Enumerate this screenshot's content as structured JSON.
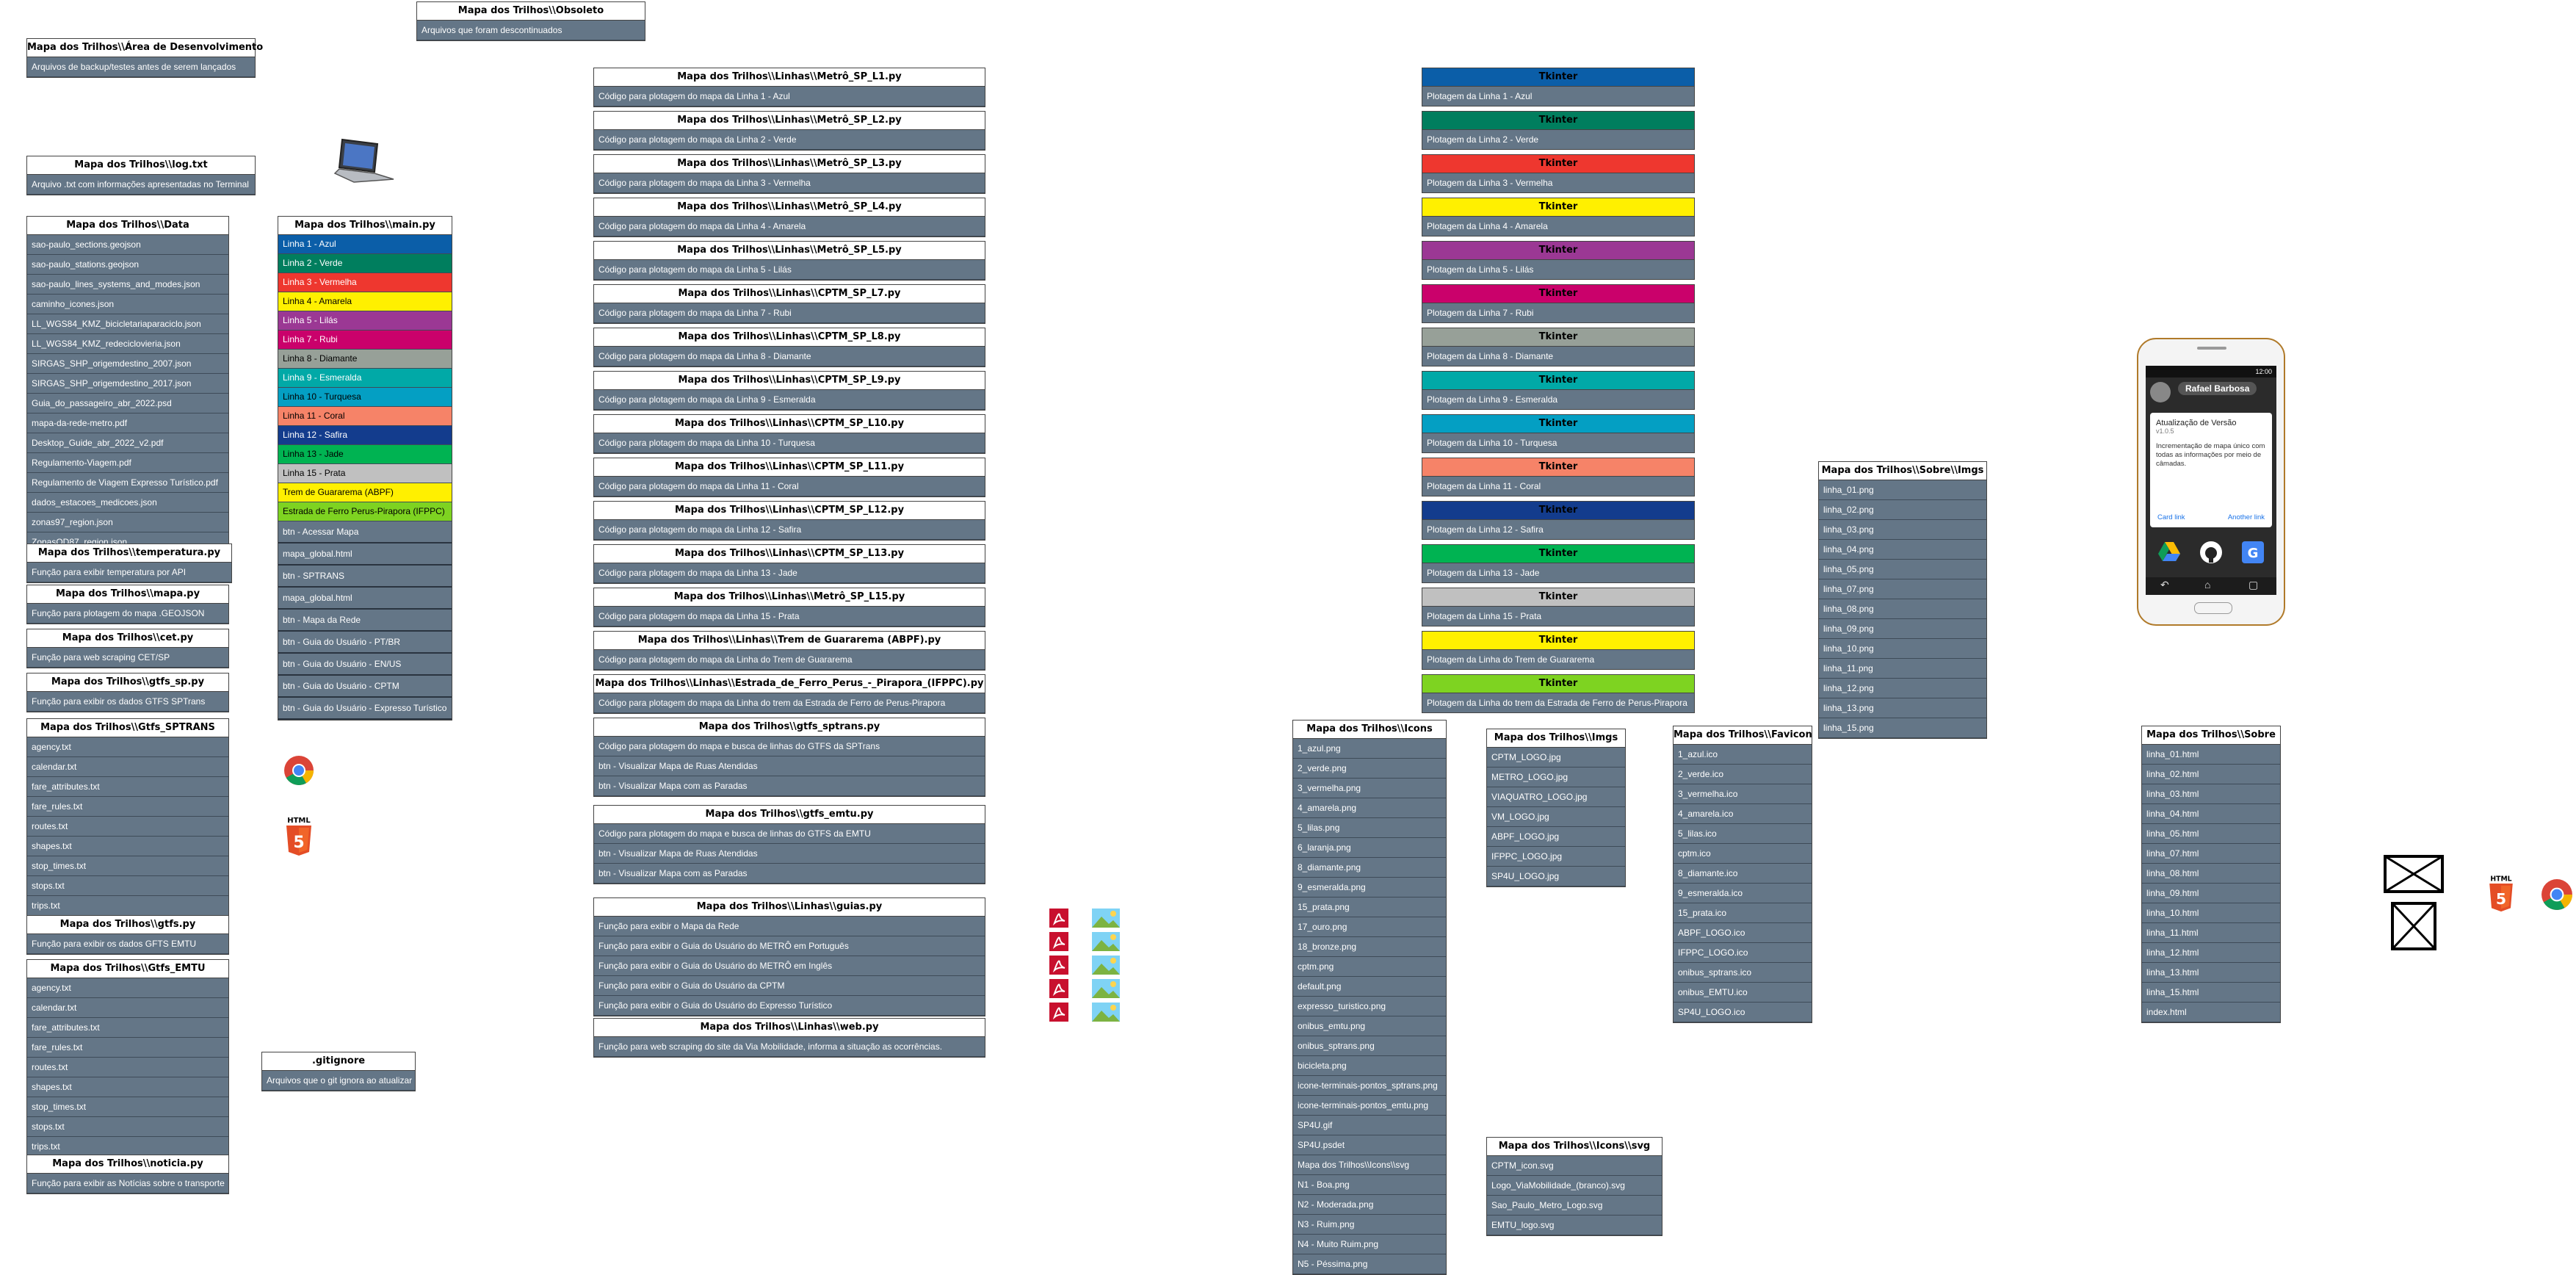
{
  "tables": [
    {
      "id": "dev",
      "title": "Mapa dos Trilhos\\\\Área de Desenvolvimento",
      "rows": [
        "Arquivos de backup/testes antes de serem lançados"
      ]
    },
    {
      "id": "obsoleto",
      "title": "Mapa dos Trilhos\\\\Obsoleto",
      "rows": [
        "Arquivos que foram descontinuados"
      ]
    },
    {
      "id": "log",
      "title": "Mapa dos Trilhos\\\\log.txt",
      "rows": [
        "Arquivo .txt com informações apresentadas no Terminal"
      ]
    },
    {
      "id": "data",
      "title": "Mapa dos Trilhos\\\\Data",
      "rows": [
        "sao-paulo_sections.geojson",
        "sao-paulo_stations.geojson",
        "sao-paulo_lines_systems_and_modes.json",
        "caminho_icones.json",
        "LL_WGS84_KMZ_bicicletariaparaciclo.json",
        "LL_WGS84_KMZ_redeciclovieria.json",
        "SIRGAS_SHP_origemdestino_2007.json",
        "SIRGAS_SHP_origemdestino_2017.json",
        "Guia_do_passageiro_abr_2022.psd",
        "mapa-da-rede-metro.pdf",
        "Desktop_Guide_abr_2022_v2.pdf",
        "Regulamento-Viagem.pdf",
        "Regulamento de Viagem Expresso Turístico.pdf",
        "dados_estacoes_medicoes.json",
        "zonas97_region.json",
        "ZonasOD87_region.json"
      ]
    },
    {
      "id": "temperatura",
      "title": "Mapa dos Trilhos\\\\temperatura.py",
      "rows": [
        "Função para exibir temperatura por API"
      ]
    },
    {
      "id": "mapa",
      "title": "Mapa dos Trilhos\\\\mapa.py",
      "rows": [
        "Função para plotagem do mapa .GEOJSON"
      ]
    },
    {
      "id": "cet",
      "title": "Mapa dos Trilhos\\\\cet.py",
      "rows": [
        "Função para web scraping CET/SP"
      ]
    },
    {
      "id": "gtfs_sp",
      "title": "Mapa dos Trilhos\\\\gtfs_sp.py",
      "rows": [
        "Função para exibir os dados GTFS SPTrans"
      ]
    },
    {
      "id": "gtfs_sptrans",
      "title": "Mapa dos Trilhos\\\\Gtfs_SPTRANS",
      "rows": [
        "agency.txt",
        "calendar.txt",
        "fare_attributes.txt",
        "fare_rules.txt",
        "routes.txt",
        "shapes.txt",
        "stop_times.txt",
        "stops.txt",
        "trips.txt"
      ]
    },
    {
      "id": "gtfs_py",
      "title": "Mapa dos Trilhos\\\\gtfs.py",
      "rows": [
        "Função para exibir os dados GFTS EMTU"
      ]
    },
    {
      "id": "gtfs_emtu",
      "title": "Mapa dos Trilhos\\\\Gtfs_EMTU",
      "rows": [
        "agency.txt",
        "calendar.txt",
        "fare_attributes.txt",
        "fare_rules.txt",
        "routes.txt",
        "shapes.txt",
        "stop_times.txt",
        "stops.txt",
        "trips.txt"
      ]
    },
    {
      "id": "noticia",
      "title": "Mapa dos Trilhos\\\\noticia.py",
      "rows": [
        "Função para exibir as Notícias sobre o transporte"
      ]
    },
    {
      "id": "gitignore",
      "title": ".gitignore",
      "rows": [
        "Arquivos que o git ignora ao atualizar"
      ]
    },
    {
      "id": "guias",
      "title": "Mapa dos Trilhos\\\\Linhas\\\\guias.py",
      "rows": [
        "Função para exibir o Mapa da Rede",
        "Função para exibir o Guia do Usuário do METRÔ em Português",
        "Função para exibir o Guia do Usuário do METRÔ em Inglês",
        "Função para exibir o Guia do Usuário da CPTM",
        "Função para exibir o Guia do Usuário do Expresso Turístico"
      ]
    },
    {
      "id": "web",
      "title": "Mapa dos Trilhos\\\\Linhas\\\\web.py",
      "rows": [
        "Função para web scraping do site da Via Mobilidade, informa a situação as ocorrências."
      ]
    },
    {
      "id": "icons",
      "title": "Mapa dos Trilhos\\\\Icons",
      "rows": [
        "1_azul.png",
        "2_verde.png",
        "3_vermelha.png",
        "4_amarela.png",
        "5_lilas.png",
        "6_laranja.png",
        "8_diamante.png",
        "9_esmeralda.png",
        "15_prata.png",
        "17_ouro.png",
        "18_bronze.png",
        "cptm.png",
        "default.png",
        "expresso_turistico.png",
        "onibus_emtu.png",
        "onibus_sptrans.png",
        "bicicleta.png",
        "icone-terminais-pontos_sptrans.png",
        "icone-terminais-pontos_emtu.png",
        "SP4U.gif",
        "SP4U.psdet",
        "Mapa dos Trilhos\\\\Icons\\\\svg",
        "N1 - Boa.png",
        "N2 - Moderada.png",
        "N3 - Ruim.png",
        "N4 - Muito Ruim.png",
        "N5 - Péssima.png"
      ]
    },
    {
      "id": "imgs",
      "title": "Mapa dos Trilhos\\\\Imgs",
      "rows": [
        "CPTM_LOGO.jpg",
        "METRO_LOGO.jpg",
        "VIAQUATRO_LOGO.jpg",
        "VM_LOGO.jpg",
        "ABPF_LOGO.jpg",
        "IFPPC_LOGO.jpg",
        "SP4U_LOGO.jpg"
      ]
    },
    {
      "id": "svg",
      "title": "Mapa dos Trilhos\\\\Icons\\\\svg",
      "rows": [
        "CPTM_icon.svg",
        "Logo_ViaMobilidade_(branco).svg",
        "Sao_Paulo_Metro_Logo.svg",
        "EMTU_logo.svg"
      ]
    },
    {
      "id": "favicon",
      "title": "Mapa dos Trilhos\\\\Favicon",
      "rows": [
        "1_azul.ico",
        "2_verde.ico",
        "3_vermelha.ico",
        "4_amarela.ico",
        "5_lilas.ico",
        "cptm.ico",
        "8_diamante.ico",
        "9_esmeralda.ico",
        "15_prata.ico",
        "ABPF_LOGO.ico",
        "IFPPC_LOGO.ico",
        "onibus_sptrans.ico",
        "onibus_EMTU.ico",
        "SP4U_LOGO.ico"
      ]
    },
    {
      "id": "sobre_imgs",
      "title": "Mapa dos Trilhos\\\\Sobre\\\\Imgs",
      "rows": [
        "linha_01.png",
        "linha_02.png",
        "linha_03.png",
        "linha_04.png",
        "linha_05.png",
        "linha_07.png",
        "linha_08.png",
        "linha_09.png",
        "linha_10.png",
        "linha_11.png",
        "linha_12.png",
        "linha_13.png",
        "linha_15.png"
      ]
    },
    {
      "id": "sobre",
      "title": "Mapa dos Trilhos\\\\Sobre",
      "rows": [
        "linha_01.html",
        "linha_02.html",
        "linha_03.html",
        "linha_04.html",
        "linha_05.html",
        "linha_07.html",
        "linha_08.html",
        "linha_09.html",
        "linha_10.html",
        "linha_11.html",
        "linha_12.html",
        "linha_13.html",
        "linha_15.html",
        "index.html"
      ]
    }
  ],
  "main_py": {
    "title": "Mapa dos Trilhos\\\\main.py",
    "lines": [
      {
        "label": "Linha 1 - Azul",
        "color": "#0b5ea8",
        "text": "#ffffff"
      },
      {
        "label": "Linha 2 - Verde",
        "color": "#007e5e",
        "text": "#ffffff"
      },
      {
        "label": "Linha 3 - Vermelha",
        "color": "#ee372f",
        "text": "#ffffff"
      },
      {
        "label": "Linha 4 - Amarela",
        "color": "#fff000",
        "text": "#000000"
      },
      {
        "label": "Linha 5 - Lilás",
        "color": "#9b3894",
        "text": "#ffffff"
      },
      {
        "label": "Linha 7 - Rubi",
        "color": "#ca016b",
        "text": "#ffffff"
      },
      {
        "label": "Linha 8 - Diamante",
        "color": "#97a098",
        "text": "#000000"
      },
      {
        "label": "Linha 9 - Esmeralda",
        "color": "#01a9a7",
        "text": "#ffffff"
      },
      {
        "label": "Linha 10 - Turquesa",
        "color": "#049fc3",
        "text": "#000000"
      },
      {
        "label": "Linha 11 - Coral",
        "color": "#f68368",
        "text": "#000000"
      },
      {
        "label": "Linha 12 - Safira",
        "color": "#133c8d",
        "text": "#ffffff"
      },
      {
        "label": "Linha 13 - Jade",
        "color": "#00b352",
        "text": "#000000"
      },
      {
        "label": "Linha 15 - Prata",
        "color": "#c0c0c0",
        "text": "#000000"
      },
      {
        "label": "Trem de Guararema (ABPF)",
        "color": "#fff000",
        "text": "#000000"
      },
      {
        "label": "Estrada de Ferro Perus-Pirapora (IFPPC)",
        "color": "#7ed321",
        "text": "#000000"
      }
    ],
    "buttons": [
      "btn - Acessar Mapa",
      "mapa_global.html",
      "btn - SPTRANS",
      "mapa_global.html",
      "btn - Mapa da Rede",
      "btn - Guia do Usuário - PT/BR",
      "btn - Guia do Usuário - EN/US",
      "btn - Guia do Usuário - CPTM",
      "btn - Guia do Usuário - Expresso Turístico"
    ]
  },
  "linhas": [
    {
      "title": "Mapa dos Trilhos\\\\Linhas\\\\Metrô_SP_L1.py",
      "rows": [
        "Código para plotagem do mapa da Linha 1 - Azul"
      ]
    },
    {
      "title": "Mapa dos Trilhos\\\\Linhas\\\\Metrô_SP_L2.py",
      "rows": [
        "Código para plotagem do mapa da Linha 2 - Verde"
      ]
    },
    {
      "title": "Mapa dos Trilhos\\\\Linhas\\\\Metrô_SP_L3.py",
      "rows": [
        "Código para plotagem do mapa da Linha 3 - Vermelha"
      ]
    },
    {
      "title": "Mapa dos Trilhos\\\\Linhas\\\\Metrô_SP_L4.py",
      "rows": [
        "Código para plotagem do mapa da Linha 4 - Amarela"
      ]
    },
    {
      "title": "Mapa dos Trilhos\\\\Linhas\\\\Metrô_SP_L5.py",
      "rows": [
        "Código para plotagem do mapa da Linha 5 - Lilás"
      ]
    },
    {
      "title": "Mapa dos Trilhos\\\\Linhas\\\\CPTM_SP_L7.py",
      "rows": [
        "Código para plotagem do mapa da Linha 7 - Rubi"
      ]
    },
    {
      "title": "Mapa dos Trilhos\\\\Linhas\\\\CPTM_SP_L8.py",
      "rows": [
        "Código para plotagem do mapa da Linha 8 - Diamante"
      ]
    },
    {
      "title": "Mapa dos Trilhos\\\\Linhas\\\\CPTM_SP_L9.py",
      "rows": [
        "Código para plotagem do mapa da Linha 9 - Esmeralda"
      ]
    },
    {
      "title": "Mapa dos Trilhos\\\\Linhas\\\\CPTM_SP_L10.py",
      "rows": [
        "Código para plotagem do mapa da Linha 10 - Turquesa"
      ]
    },
    {
      "title": "Mapa dos Trilhos\\\\Linhas\\\\CPTM_SP_L11.py",
      "rows": [
        "Código para plotagem do mapa da Linha 11 - Coral"
      ]
    },
    {
      "title": "Mapa dos Trilhos\\\\Linhas\\\\CPTM_SP_L12.py",
      "rows": [
        "Código para plotagem do mapa da Linha 12 - Safira"
      ]
    },
    {
      "title": "Mapa dos Trilhos\\\\Linhas\\\\CPTM_SP_L13.py",
      "rows": [
        "Código para plotagem do mapa da Linha 13 - Jade"
      ]
    },
    {
      "title": "Mapa dos Trilhos\\\\Linhas\\\\Metrô_SP_L15.py",
      "rows": [
        "Código para plotagem do mapa da Linha 15 - Prata"
      ]
    },
    {
      "title": "Mapa dos Trilhos\\\\Linhas\\\\Trem de Guararema (ABPF).py",
      "rows": [
        "Código para plotagem do mapa da Linha do Trem de Guararema"
      ]
    },
    {
      "title": "Mapa dos Trilhos\\\\Linhas\\\\Estrada_de_Ferro_Perus_-_Pirapora_(IFPPC).py",
      "rows": [
        "Código para plotagem do mapa da Linha do trem da Estrada de Ferro de Perus-Pirapora"
      ]
    },
    {
      "title": "Mapa dos Trilhos\\\\gtfs_sptrans.py",
      "rows": [
        "Código para plotagem do mapa e busca de linhas do GTFS da SPTrans",
        "btn - Visualizar Mapa de Ruas Atendidas",
        "btn - Visualizar Mapa com as Paradas"
      ]
    },
    {
      "title": "Mapa dos Trilhos\\\\gtfs_emtu.py",
      "rows": [
        "Código para plotagem do mapa e busca de linhas do GTFS da EMTU",
        "btn - Visualizar Mapa de Ruas Atendidas",
        "btn - Visualizar Mapa com as Paradas"
      ]
    }
  ],
  "tkinter": {
    "title": "Tkinter",
    "items": [
      {
        "label": "Plotagem da Linha 1 - Azul",
        "color": "#0b5ea8"
      },
      {
        "label": "Plotagem da Linha 2 - Verde",
        "color": "#007e5e"
      },
      {
        "label": "Plotagem da Linha 3 - Vermelha",
        "color": "#ee372f"
      },
      {
        "label": "Plotagem da Linha 4 - Amarela",
        "color": "#fff000"
      },
      {
        "label": "Plotagem da Linha 5 - Lilás",
        "color": "#9b3894"
      },
      {
        "label": "Plotagem da Linha 7 - Rubi",
        "color": "#ca016b"
      },
      {
        "label": "Plotagem da Linha 8 - Diamante",
        "color": "#97a098"
      },
      {
        "label": "Plotagem da Linha 9 - Esmeralda",
        "color": "#01a9a7"
      },
      {
        "label": "Plotagem da Linha 10 - Turquesa",
        "color": "#049fc3"
      },
      {
        "label": "Plotagem da Linha 11 - Coral",
        "color": "#f68368"
      },
      {
        "label": "Plotagem da Linha 12 - Safira",
        "color": "#133c8d"
      },
      {
        "label": "Plotagem da Linha 13 - Jade",
        "color": "#00b352"
      },
      {
        "label": "Plotagem da Linha 15 - Prata",
        "color": "#c0c0c0"
      },
      {
        "label": "Plotagem da Linha do Trem de Guararema",
        "color": "#fff000"
      },
      {
        "label": "Plotagem da Linha do trem da Estrada de Ferro de Perus-Pirapora",
        "color": "#7ed321"
      }
    ]
  },
  "phone": {
    "status_time": "12:00",
    "user": "Rafael Barbosa",
    "card_title": "Atualização de Versão",
    "card_version": "v1.0.5",
    "card_text": "Incrementação de mapa único com todas as informações por meio de câmadas.",
    "card_link": "Card link",
    "another_link": "Another link"
  },
  "icons": {
    "laptop": "laptop-icon",
    "chrome": "chrome-icon",
    "html5": "html5-icon",
    "pdf": "pdf-icon",
    "image": "image-icon",
    "placeholder": "broken-image-icon"
  }
}
